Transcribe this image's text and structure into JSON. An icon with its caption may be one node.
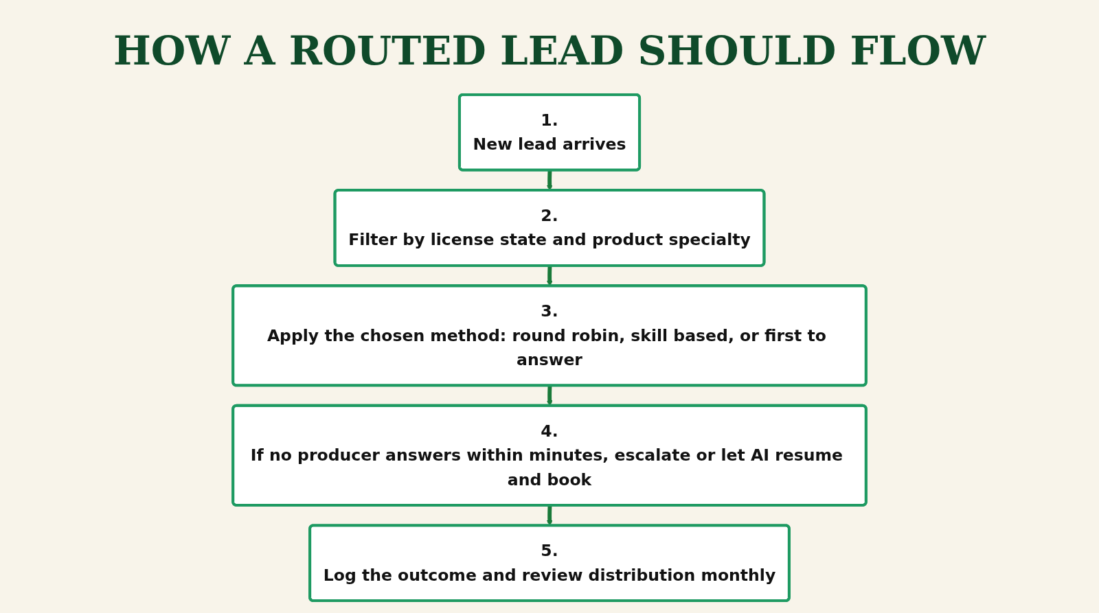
{
  "diagram": {
    "title": "HOW A ROUTED LEAD SHOULD FLOW",
    "nodes": [
      {
        "text": [
          "1.",
          "New lead arrives"
        ]
      },
      {
        "text": [
          "2.",
          "Filter by license state and product specialty"
        ]
      },
      {
        "text": [
          "3.",
          "Apply the chosen method: round robin, skill based, or first to answer"
        ]
      },
      {
        "text": [
          "4.",
          "If no producer answers within minutes, escalate or let AI resume and book"
        ]
      },
      {
        "text": [
          "5.",
          "Log the outcome and review distribution monthly"
        ]
      }
    ],
    "edges": [
      {
        "from": 0,
        "to": 1,
        "arrow": "to"
      },
      {
        "from": 1,
        "to": 2,
        "arrow": "to"
      },
      {
        "from": 2,
        "to": 3,
        "arrow": "to"
      },
      {
        "from": 3,
        "to": 4,
        "arrow": "to"
      }
    ]
  }
}
